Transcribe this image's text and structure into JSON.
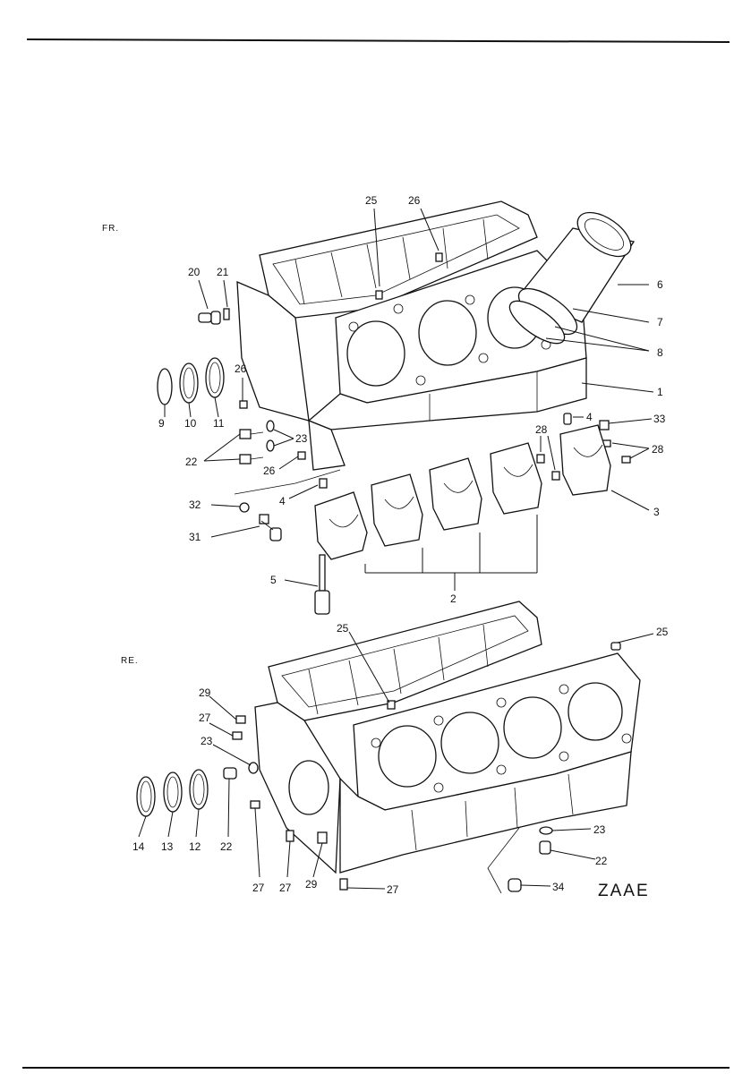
{
  "header": {
    "top_text": ""
  },
  "views": {
    "front": "FR.",
    "rear": "RE."
  },
  "diagram_code": "ZAAE",
  "callouts": {
    "c25a": "25",
    "c26a": "26",
    "c20": "20",
    "c21": "21",
    "c6": "6",
    "c7": "7",
    "c8": "8",
    "c26b": "26",
    "c9": "9",
    "c10": "10",
    "c11": "11",
    "c1": "1",
    "c4a": "4",
    "c33": "33",
    "c23a": "23",
    "c28a": "28",
    "c28b": "28",
    "c22a": "22",
    "c26c": "26",
    "c4b": "4",
    "c32": "32",
    "c3": "3",
    "c31": "31",
    "c5": "5",
    "c2": "2",
    "c25b": "25",
    "c25c": "25",
    "c29a": "29",
    "c27a": "27",
    "c23b": "23",
    "c14": "14",
    "c13": "13",
    "c12": "12",
    "c22b": "22",
    "c27b": "27",
    "c27c": "27",
    "c29b": "29",
    "c27d": "27",
    "c23c": "23",
    "c22c": "22",
    "c34": "34"
  }
}
